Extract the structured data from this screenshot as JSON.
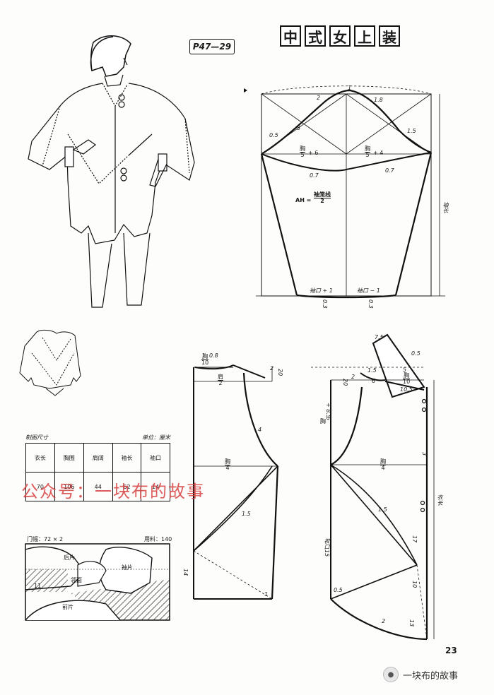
{
  "title_chars": [
    "中",
    "式",
    "女",
    "上",
    "装"
  ],
  "pattern_code": "P47—29",
  "size_table": {
    "heading": "制图尺寸",
    "unit": "单位：厘米",
    "headers": [
      "衣长",
      "胸围",
      "肩阔",
      "袖长",
      "袖口"
    ],
    "values": [
      "70",
      "106",
      "44",
      "62",
      "14"
    ]
  },
  "watermark": "公众号：一块布的故事",
  "page_number": "23",
  "brand": "一块布的故事",
  "sleeve": {
    "ah_label": "AH =",
    "ah_num": "袖笼线",
    "ah_den": "2",
    "front_num": "胸",
    "front_den": "5",
    "front_add": "+ 6",
    "back_num": "胸",
    "back_den": "5",
    "back_add": "+ 4",
    "top_mark": "1",
    "left_top": "2",
    "right_top": "1.8",
    "left_5": "5",
    "left_05": "0.5",
    "right_15": "1.5",
    "left_07": "0.7",
    "right_07": "0.7",
    "cuff_left": "袖口 + 1",
    "cuff_right": "袖口 − 1",
    "cuff_03a": "0.3",
    "cuff_03b": "0.3",
    "sleeve_len": "袖长"
  },
  "back": {
    "neck_num": "胸",
    "neck_den": "10",
    "neck_add": "0.8",
    "shoulder_num": "肩",
    "shoulder_den": "2",
    "mark_2": "2",
    "mark_20": "20",
    "mark_4": "4",
    "chest_num": "胸",
    "chest_den": "4",
    "mark_15": "1.5",
    "mark_14": "14",
    "mark_1": "1"
  },
  "front": {
    "top_75": "7.5",
    "top_05": "0.5",
    "top_5": "5",
    "mark_15": "1.5",
    "neck_num": "胸",
    "neck_den": "10",
    "mark_6": "6",
    "mark_105": "10.5",
    "mark_20": "20",
    "mark_2": "2",
    "depth_num": "胸",
    "depth_den": "5",
    "depth_add": "+ 8.5",
    "chest_num": "胸",
    "chest_den": "4",
    "mark_15b": "1.5",
    "slit": "衩口15",
    "mark_17": "17",
    "mark_10": "10",
    "mark_13": "13",
    "mark_05": "0.5",
    "mark_2b": "2",
    "length": "衣长",
    "mark_3": "3"
  },
  "layout": {
    "fabric_width": "门幅：72 × 2",
    "fabric_use": "用料：140",
    "back_piece": "后片",
    "sleeve_piece": "袖片",
    "facing": "领面",
    "front_piece": "前片",
    "mark_11": "11"
  }
}
